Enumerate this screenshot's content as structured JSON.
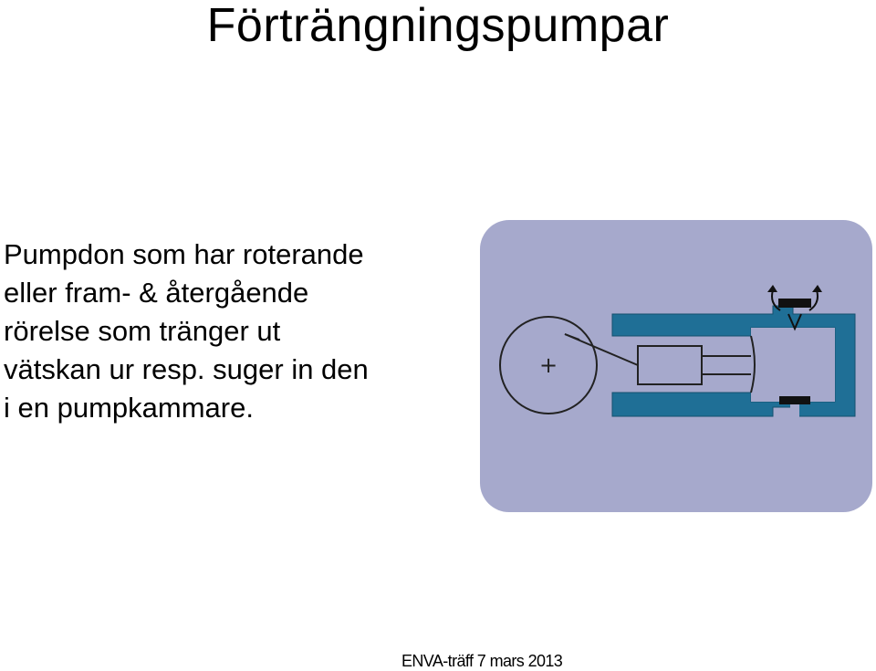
{
  "slide": {
    "title": "Förträngningspumpar",
    "body_lines": [
      "Pumpdon som har roterande",
      "eller fram- & återgående",
      "rörelse som tränger ut",
      "vätskan ur resp. suger in den",
      "i en pumpkammare."
    ],
    "footer": "ENVA-träff 7 mars 2013"
  },
  "diagram": {
    "background_color": "#a6a9cc",
    "casing_color": "#1f6f96",
    "outline_color": "#222222",
    "valve_color": "#111111",
    "center_symbol": "+",
    "icon": "reciprocating-pump-diagram"
  }
}
